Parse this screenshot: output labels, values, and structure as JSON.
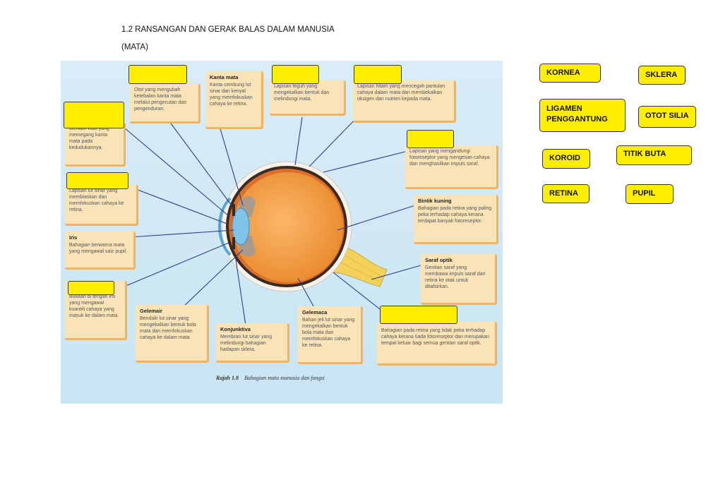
{
  "header": {
    "title": "1.2 RANSANGAN DAN GERAK BALAS DALAM MANUSIA",
    "subtitle": "(MATA)"
  },
  "figure": {
    "caption_prefix": "Rajah 1.8",
    "caption_text": "Bahagian mata manusia dan fungsi",
    "boxes": [
      {
        "title": "",
        "text": "Otot yang mengubah ketebalan kanta mata melalui pengecutan dan pengenduran."
      },
      {
        "title": "Kanta mata",
        "text": "Kanta cembung lut sinar dan kenyal yang memfokuskan cahaya ke retina."
      },
      {
        "title": "",
        "text": "Lapisan teguh yang mengekalkan bentuk dan melindungi mata."
      },
      {
        "title": "",
        "text": "Lapisan hitam yang mencegah pantulan cahaya dalam mata dan membekalkan oksigen dan nutrien kepada mata."
      },
      {
        "title": "",
        "text": "Gentian kuat yang memegang kanta mata pada kedudukannya."
      },
      {
        "title": "",
        "text": "Lapisan yang mengandungi fotoreseptor yang mengesan cahaya dan menghasilkan impuls saraf."
      },
      {
        "title": "",
        "text": "Lapisan lut sinar yang membiaskan dan memfokuskan cahaya ke retina."
      },
      {
        "title": "Bintik kuning",
        "text": "Bahagian pada retina yang paling peka terhadap cahaya kerana terdapat banyak fotoreseptor."
      },
      {
        "title": "Iris",
        "text": "Bahagian berwarna mata yang mengawal saiz pupil."
      },
      {
        "title": "Saraf optik",
        "text": "Gentian saraf yang membawa impuls saraf dari retina ke otak untuk ditafsirkan."
      },
      {
        "title": "",
        "text": "Bukaan di tengah iris yang mengawal kuantiti cahaya yang masuk ke dalam mata."
      },
      {
        "title": "Gelemair",
        "text": "Bendalir lut sinar yang mengekalkan bentuk bola mata dan memfokuskan cahaya ke dalam mata."
      },
      {
        "title": "Konjunktiva",
        "text": "Membran lut sinar yang melindungi bahagian hadapan sklera."
      },
      {
        "title": "Gelemaca",
        "text": "Bahan jeli lut sinar yang mengekalkan bentuk bola mata dan memfokuskan cahaya ke retina."
      },
      {
        "title": "",
        "text": "Bahagian pada retina yang tidak peka terhadap cahaya kerana tiada fotoreseptor dan merupakan tempat keluar bagi semua gentian saraf optik."
      }
    ]
  },
  "answer_chips": [
    "KORNEA",
    "SKLERA",
    "LIGAMEN PENGGANTUNG",
    "OTOT SILIA",
    "KOROID",
    "TITIK BUTA",
    "RETINA",
    "PUPIL"
  ],
  "colors": {
    "figure_bg": "#d6ecf7",
    "label_box": "#fbe3b8",
    "answer_blank": "#ffee00",
    "eyeball": "#f39a3a"
  }
}
